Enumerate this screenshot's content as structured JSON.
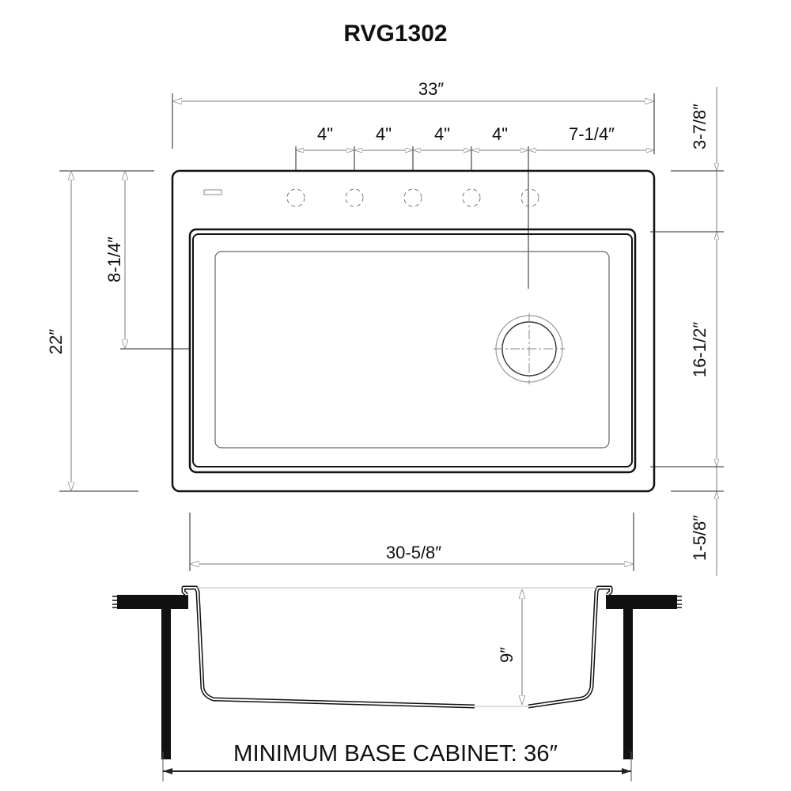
{
  "title": "RVG1302",
  "top_view": {
    "overall_width": "33″",
    "faucet_spacing": [
      "4\"",
      "4\"",
      "4\"",
      "4\""
    ],
    "right_offset": "7-1/4″",
    "overall_depth": "22″",
    "drain_offset": "8-1/4″",
    "back_margin": "3-7/8″",
    "bowl_depth": "16-1/2″",
    "front_margin": "1-5/8″",
    "bowl_width": "30-5/8″"
  },
  "section_view": {
    "bowl_height": "9″",
    "min_cabinet": "MINIMUM BASE CABINET: 36″"
  },
  "colors": {
    "line": "#111111",
    "dimension_line": "#777777",
    "background": "#ffffff"
  }
}
